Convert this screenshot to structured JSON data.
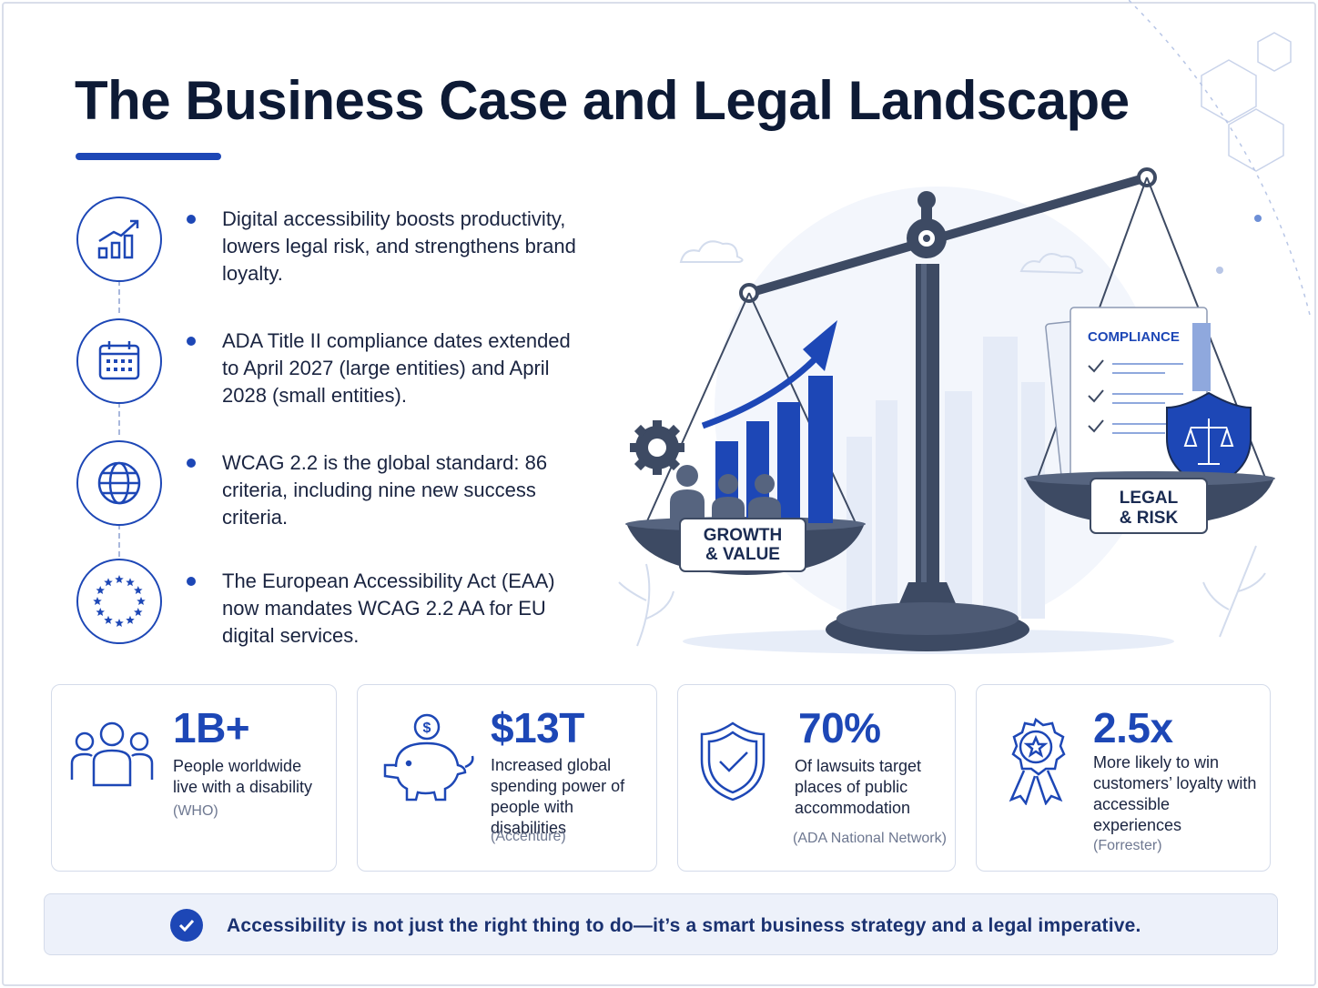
{
  "title": "The Business Case and Legal Landscape",
  "bullets": [
    {
      "icon": "growth-chart-icon",
      "text": "Digital accessibility boosts productivity, lowers legal risk, and strengthens brand loyalty."
    },
    {
      "icon": "calendar-icon",
      "text": "ADA Title II compliance dates extended to April 2027 (large entities) and April 2028 (small entities)."
    },
    {
      "icon": "globe-icon",
      "text": "WCAG 2.2 is the global standard: 86 criteria, including nine new success criteria."
    },
    {
      "icon": "eu-stars-icon",
      "text": "The European Accessibility Act (EAA) now mandates WCAG 2.2 AA for EU digital services."
    }
  ],
  "scale": {
    "left_label_1": "GROWTH",
    "left_label_2": "& VALUE",
    "right_label_1": "LEGAL",
    "right_label_2": "& RISK",
    "doc_title": "COMPLIANCE"
  },
  "stats": [
    {
      "icon": "people-icon",
      "value": "1B+",
      "desc": "People worldwide live with a disability",
      "source": "(WHO)"
    },
    {
      "icon": "piggy-bank-icon",
      "value": "$13T",
      "desc": "Increased global spending power of people with disabilities",
      "source": "(Accenture)"
    },
    {
      "icon": "shield-check-icon",
      "value": "70%",
      "desc": "Of lawsuits target places of public accommodation",
      "source": "(ADA National Network)"
    },
    {
      "icon": "award-ribbon-icon",
      "value": "2.5x",
      "desc": "More likely to win customers’ loyalty with accessible experiences",
      "source": "(Forrester)"
    }
  ],
  "banner": "Accessibility is not just the right thing to do—it’s a smart business strategy and a legal imperative.",
  "colors": {
    "accent": "#1d47b6",
    "text": "#0d1a35",
    "muted": "#6e7891"
  }
}
